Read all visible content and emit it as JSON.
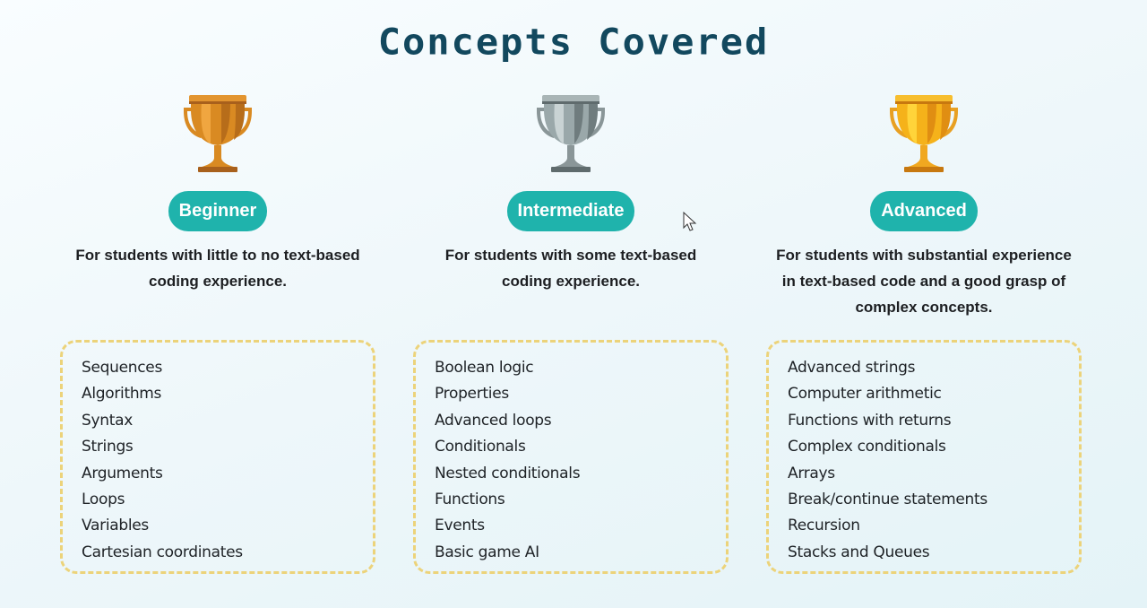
{
  "page": {
    "title": "Concepts Covered"
  },
  "levels": [
    {
      "badge": "Beginner",
      "trophy_icon": "bronze-trophy-icon",
      "trophy_colors": {
        "light": "#f0a640",
        "mid": "#d98a22",
        "dark": "#b76d1a",
        "base": "#a8601c"
      },
      "description": "For students with little to no text-based coding experience.",
      "concepts": [
        "Sequences",
        "Algorithms",
        "Syntax",
        "Strings",
        "Arguments",
        "Loops",
        "Variables",
        "Cartesian coordinates"
      ]
    },
    {
      "badge": "Intermediate",
      "trophy_icon": "silver-trophy-icon",
      "trophy_colors": {
        "light": "#c9d3d4",
        "mid": "#9aa8aa",
        "dark": "#6f7c7e",
        "base": "#5f6b6d"
      },
      "description": "For students with some text-based coding experience.",
      "concepts": [
        "Boolean logic",
        "Properties",
        "Advanced loops",
        "Conditionals",
        "Nested conditionals",
        "Functions",
        "Events",
        "Basic game AI"
      ]
    },
    {
      "badge": "Advanced",
      "trophy_icon": "gold-trophy-icon",
      "trophy_colors": {
        "light": "#ffd43a",
        "mid": "#f5b21a",
        "dark": "#e08e12",
        "base": "#c7780f"
      },
      "description": "For students with substantial experience in text-based code and a good grasp of complex concepts.",
      "concepts": [
        "Advanced strings",
        "Computer arithmetic",
        "Functions with returns",
        "Complex conditionals",
        "Arrays",
        "Break/continue statements",
        "Recursion",
        "Stacks and Queues"
      ]
    }
  ],
  "colors": {
    "title": "#12485e",
    "badge_bg": "#1fb3ac",
    "box_border": "#ecd37a"
  }
}
